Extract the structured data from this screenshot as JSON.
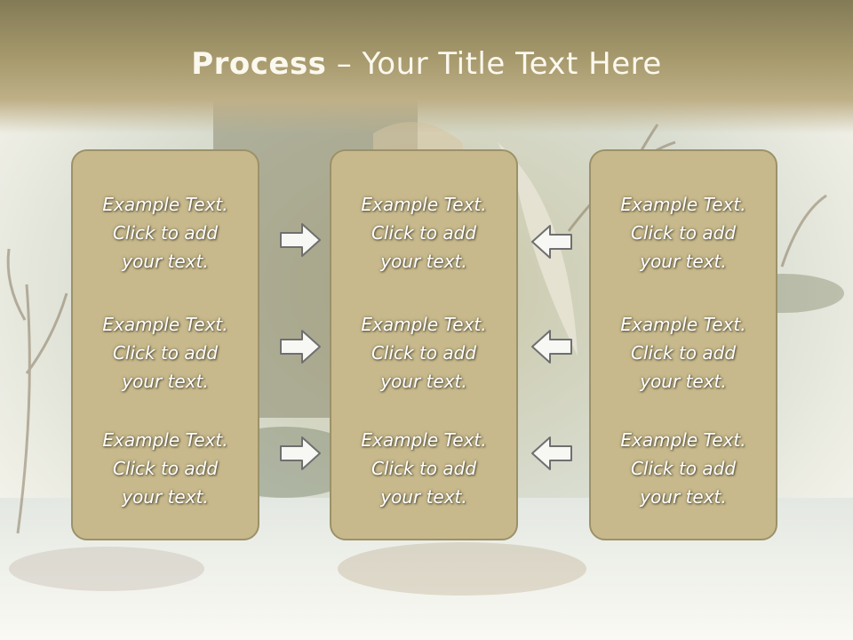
{
  "title": {
    "bold": "Process",
    "rest": " – Your Title Text Here"
  },
  "columns": [
    {
      "items": [
        "Example Text.\nClick  to add\nyour text.",
        "Example Text.\nClick  to add\nyour text.",
        "Example Text.\nClick  to add\nyour text."
      ]
    },
    {
      "items": [
        "Example Text.\nClick  to add\nyour text.",
        "Example Text.\nClick  to add\nyour text.",
        "Example Text.\nClick  to add\nyour text."
      ]
    },
    {
      "items": [
        "Example Text.\nClick  to add\nyour text.",
        "Example Text.\nClick  to add\nyour text.",
        "Example Text.\nClick  to add\nyour text."
      ]
    }
  ],
  "arrows": {
    "left_group": "right-arrow-icon",
    "right_group": "left-arrow-icon"
  },
  "colors": {
    "title_band": "#a79a6d",
    "box_fill": "#c7b98c",
    "box_border": "#9c9169",
    "text": "#ffffff"
  }
}
